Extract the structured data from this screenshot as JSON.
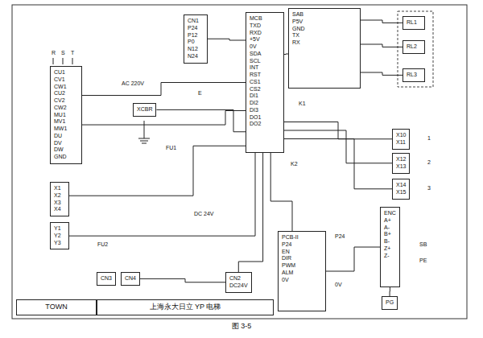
{
  "diagram": {
    "caption": "图 3-5",
    "nodes": [
      {
        "text": [
          "CU1",
          "CV1",
          "CW1",
          "CU2",
          "CV2",
          "CW2",
          "MU1",
          "MV1",
          "MW1",
          "DU",
          "DV",
          "DW",
          "GND"
        ]
      },
      {
        "text": [
          "X1",
          "X2",
          "X3",
          "X4"
        ]
      },
      {
        "text": [
          "Y1",
          "Y2",
          "Y3"
        ]
      },
      {
        "text": [
          "XCBR"
        ]
      },
      {
        "text": [
          "CN1",
          "P24",
          "P12",
          "P0",
          "N12",
          "N24"
        ]
      },
      {
        "text": [
          "MCB",
          "TXD",
          "RXD",
          "+5V",
          "0V",
          "SDA",
          "SCL",
          "INT",
          "RST",
          "CS1",
          "CS2",
          "DI1",
          "DI2",
          "DI3",
          "DO1",
          "DO2"
        ]
      },
      {
        "text": [
          "SAB",
          "P5V",
          "GND",
          "TX",
          "RX"
        ]
      },
      {
        "text": [
          "RL1"
        ]
      },
      {
        "text": [
          "RL2"
        ]
      },
      {
        "text": [
          "RL3"
        ]
      },
      {
        "text": [
          "X10",
          "X11"
        ]
      },
      {
        "text": [
          "X12",
          "X13"
        ]
      },
      {
        "text": [
          "X14",
          "X15"
        ]
      },
      {
        "text": [
          "PCB-II",
          "P24",
          "EN",
          "DIR",
          "PWM",
          "ALM",
          "0V"
        ]
      },
      {
        "text": [
          "ENC",
          "A+",
          "A-",
          "B+",
          "B-",
          "Z+",
          "Z-"
        ]
      },
      {
        "text": [
          "PG"
        ]
      },
      {
        "text": [
          "CN3"
        ]
      },
      {
        "text": [
          "CN4"
        ]
      },
      {
        "text": [
          "CN2",
          "DC24V"
        ]
      },
      {
        "text": [
          "TOWN"
        ]
      },
      {
        "text": [
          "上海永大日立 YP 电梯"
        ]
      }
    ],
    "edges": [
      {
        "from": 0,
        "to": 5,
        "arrow": "none"
      },
      {
        "from": 0,
        "to": 5,
        "arrow": "none"
      },
      {
        "from": 4,
        "to": 5,
        "arrow": "none"
      },
      {
        "from": 3,
        "to": 5,
        "arrow": "none"
      },
      {
        "from": 1,
        "to": 5,
        "arrow": "none"
      },
      {
        "from": 2,
        "to": 5,
        "arrow": "none"
      },
      {
        "from": 5,
        "to": 6,
        "arrow": "none"
      },
      {
        "from": 6,
        "to": 7,
        "arrow": "none"
      },
      {
        "from": 6,
        "to": 8,
        "arrow": "none"
      },
      {
        "from": 6,
        "to": 9,
        "arrow": "none"
      },
      {
        "from": 5,
        "to": 10,
        "arrow": "none"
      },
      {
        "from": 5,
        "to": 11,
        "arrow": "none"
      },
      {
        "from": 5,
        "to": 12,
        "arrow": "none"
      },
      {
        "from": 5,
        "to": 13,
        "arrow": "none"
      },
      {
        "from": 5,
        "to": 18,
        "arrow": "none"
      },
      {
        "from": 13,
        "to": 14,
        "arrow": "none"
      },
      {
        "from": 14,
        "to": 15,
        "arrow": "none"
      },
      {
        "from": 17,
        "to": 18,
        "arrow": "none"
      }
    ],
    "labels": [
      "AC 220V",
      "FU1",
      "FU2",
      "K1",
      "K2",
      "DC 24V",
      "P24",
      "0V",
      "1",
      "2",
      "3",
      "R",
      "S",
      "T",
      "E",
      "SB",
      "PE"
    ]
  }
}
